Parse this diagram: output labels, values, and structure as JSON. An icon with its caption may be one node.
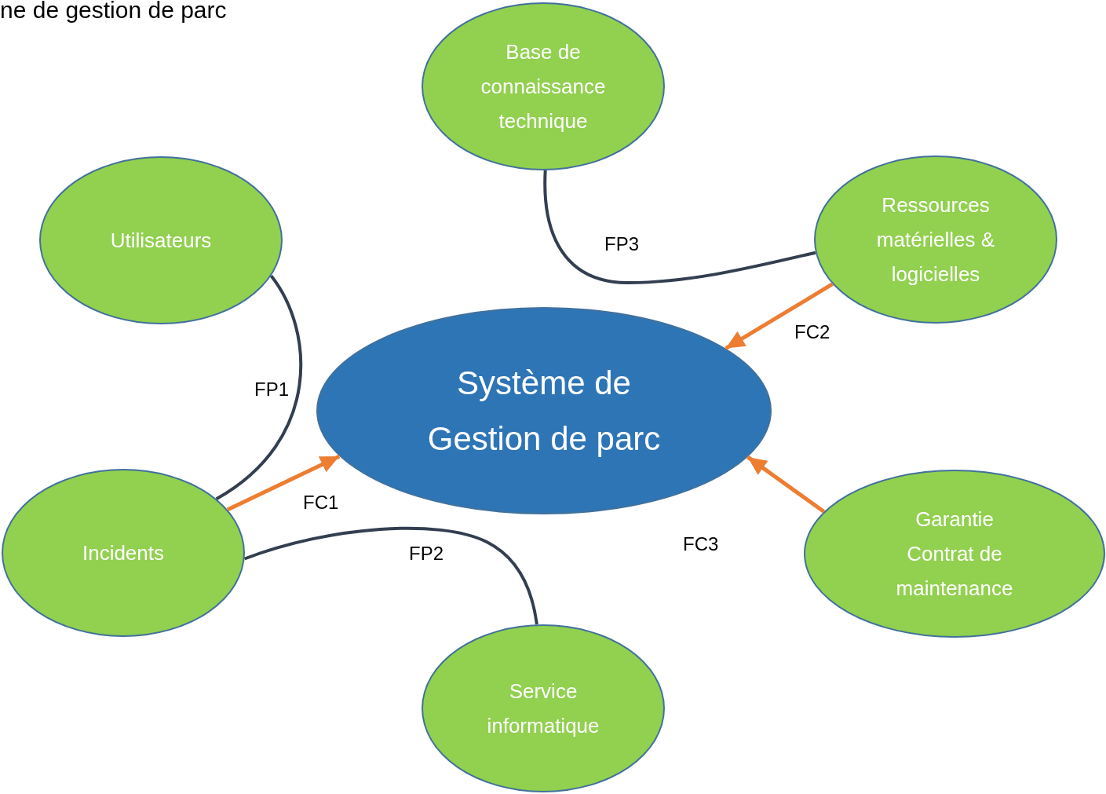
{
  "diagram": {
    "title": "ne de gestion de parc",
    "nodes": [
      {
        "text": [
          "Base de connaissance technique"
        ]
      },
      {
        "text": [
          "Utilisateurs"
        ]
      },
      {
        "text": [
          "Ressources matérielles & logicielles"
        ]
      },
      {
        "text": [
          "Système de Gestion de parc"
        ]
      },
      {
        "text": [
          "Incidents"
        ]
      },
      {
        "text": [
          "Garantie Contrat de maintenance"
        ]
      },
      {
        "text": [
          "Service informatique"
        ]
      }
    ],
    "edges": [
      {
        "from": 1,
        "to": 4,
        "arrow": "none",
        "label": "FP1"
      },
      {
        "from": 4,
        "to": 6,
        "arrow": "none",
        "label": "FP2"
      },
      {
        "from": 0,
        "to": 2,
        "arrow": "none",
        "label": "FP3"
      },
      {
        "from": 4,
        "to": 3,
        "arrow": "to",
        "label": "FC1",
        "color": "#ed7d31"
      },
      {
        "from": 2,
        "to": 3,
        "arrow": "to",
        "label": "FC2",
        "color": "#ed7d31"
      },
      {
        "from": 5,
        "to": 3,
        "arrow": "to",
        "label": "FC3",
        "color": "#ed7d31"
      }
    ]
  }
}
